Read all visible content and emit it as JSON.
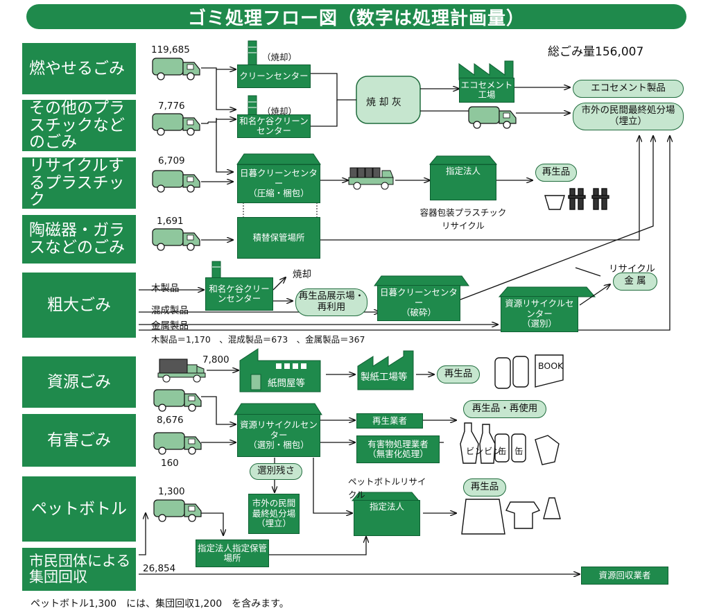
{
  "title": "ゴミ処理フロー図（数字は処理計画量）",
  "total": "総ごみ量156,007",
  "categories": {
    "burnable": "燃やせるごみ",
    "other_plastic": "その他のプラスチックなどのごみ",
    "recycle_plastic": "リサイクルするプラスチック",
    "ceramic": "陶磁器・ガラスなどのごみ",
    "bulky": "粗大ごみ",
    "resource": "資源ごみ",
    "hazardous": "有害ごみ",
    "pet": "ペットボトル",
    "citizen": "市民団体による集団回収"
  },
  "numbers": {
    "burnable": "119,685",
    "other_plastic": "7,776",
    "recycle_plastic": "6,709",
    "ceramic": "1,691",
    "resource": "7,800",
    "hazardous_a": "8,676",
    "hazardous_b": "160",
    "pet": "1,300",
    "citizen": "26,854"
  },
  "facilities": {
    "clean_center": "クリーンセンター",
    "wanagaya_center": "和名ケ谷クリーンセンター",
    "incineration_tag": "（焼却）",
    "ash": "焼 却 灰",
    "eco_cement_plant": "エコセメント工場",
    "eco_cement_product": "エコセメント製品",
    "landfill": "市外の民間最終処分場（埋立）",
    "higurashi": "日暮クリーンセンター",
    "higurashi_note": "（圧縮・梱包）",
    "storage": "積替保管場所",
    "designated": "指定法人",
    "container_recycle": "容器包装プラスチックリサイクル",
    "recycled": "再生品",
    "wanagaya_bulky": "和名ケ谷クリーンセンター",
    "incinerate": "焼却",
    "reuse_exhibit": "再生品展示場・再利用",
    "higurashi_crush": "日暮クリーンセンター",
    "crush_note": "（破砕）",
    "resource_center_sort": "資源リサイクルセンター",
    "sort_note": "（選別）",
    "metal_recycle": "リサイクル",
    "metal": "金 属",
    "paper_dealer": "紙問屋等",
    "paper_mill": "製紙工場等",
    "book": "BOOK",
    "resource_center": "資源リサイクルセンター",
    "sort_pack_note": "（選別・梱包）",
    "recycler": "再生業者",
    "hazard_processor": "有害物処理業者",
    "hazard_note": "（無害化処理）",
    "recycled_reuse": "再生品・再使用",
    "sort_residue": "選別残さ",
    "landfill2": "市外の民間最終処分場（埋立）",
    "pet_recycle": "ペットボトルリサイクル",
    "designated_storage": "指定法人指定保管場所",
    "resource_collector": "資源回収業者",
    "bottle_a": "ビン",
    "bottle_b": "ビン",
    "can_a": "缶",
    "can_b": "缶"
  },
  "bulky_labels": {
    "wood": "木製品",
    "mixed": "混成製品",
    "metal": "金属製品",
    "breakdown": "木製品＝1,170　、混成製品＝673　、金属製品＝367"
  },
  "footnote": "ペットボトル1,300　には、集団回収1,200　を含みます。",
  "colors": {
    "green": "#1f8a4c",
    "pale_green": "#c6e6cf",
    "truck": "#8fc79d"
  }
}
